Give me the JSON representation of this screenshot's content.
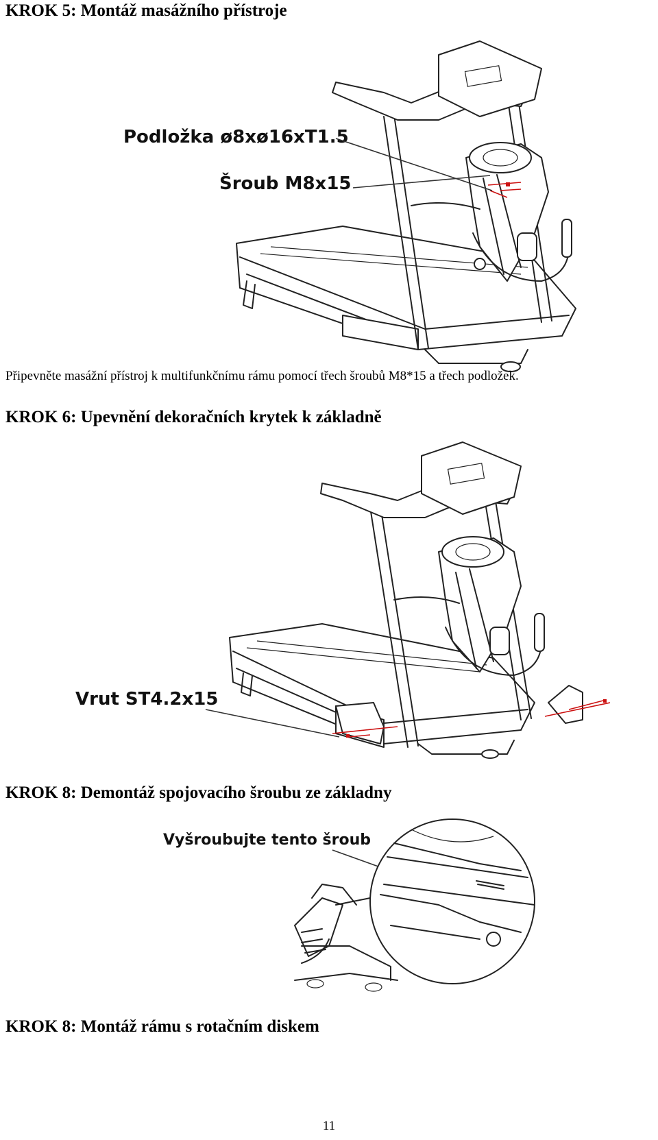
{
  "step5": {
    "heading": "KROK 5: Montáž masážního přístroje",
    "callout_washer": "Podložka ø8xø16xT1.5",
    "callout_bolt": "Šroub M8x15",
    "instruction": "Připevněte masážní přístroj k multifunkčnímu rámu pomocí třech šroubů M8*15 a třech podložek."
  },
  "step6": {
    "heading": "KROK 6: Upevnění dekoračních krytek k základně",
    "callout_screw": "Vrut ST4.2x15"
  },
  "step8a": {
    "heading": "KROK 8: Demontáž spojovacího šroubu ze základny",
    "callout_unscrew": "Vyšroubujte tento šroub"
  },
  "step8b": {
    "heading": "KROK 8: Montáž rámu s rotačním diskem"
  },
  "page_number": "11"
}
